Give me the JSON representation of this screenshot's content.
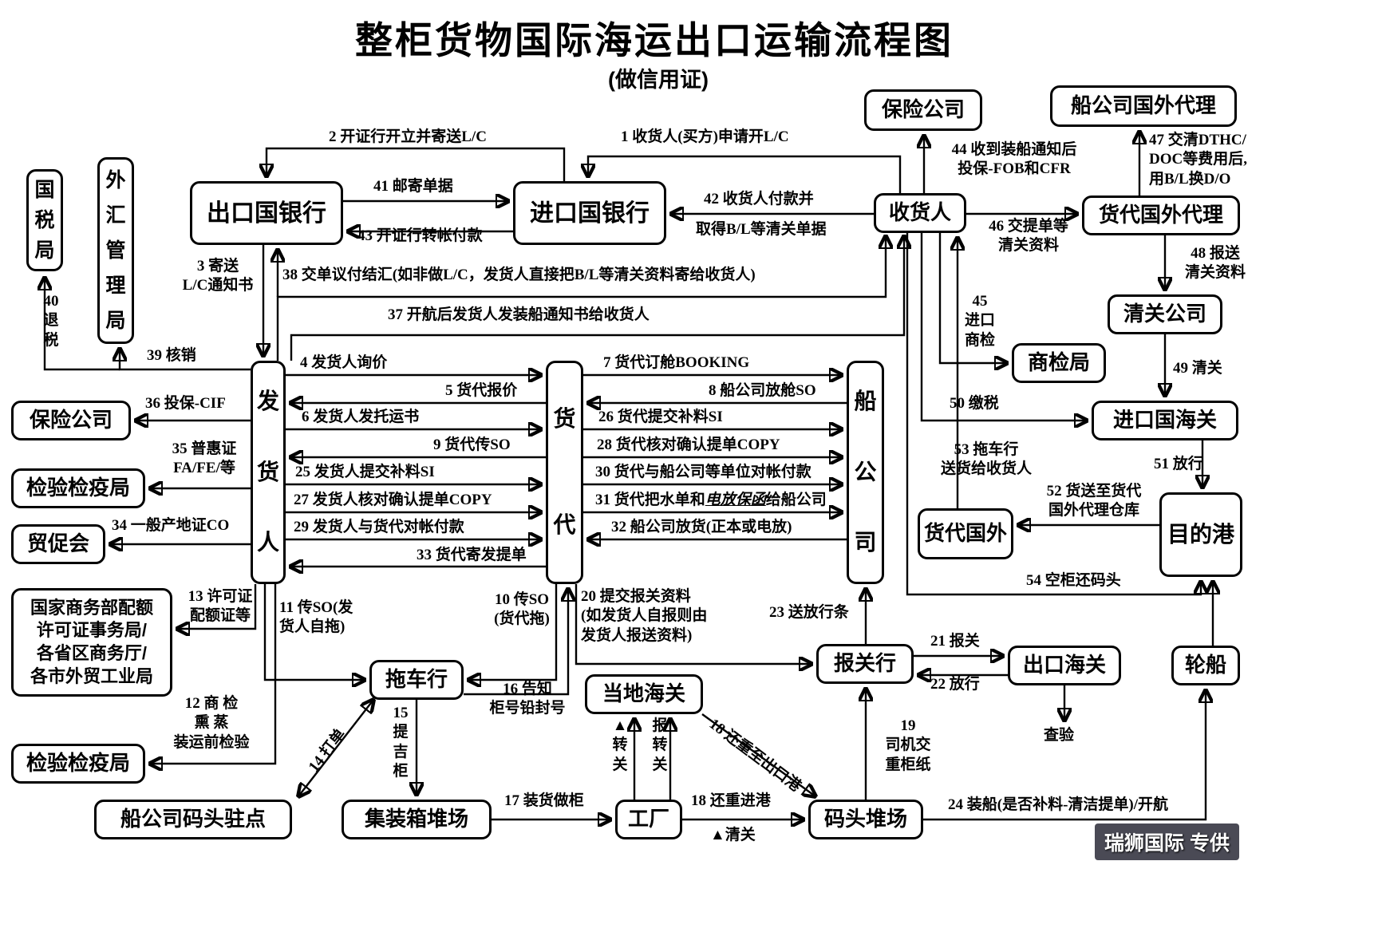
{
  "diagram": {
    "title": "整柜货物国际海运出口运输流程图",
    "subtitle": "(做信用证)",
    "watermark": "瑞狮国际 专供"
  },
  "nodes": {
    "guoshui": "国税局",
    "waihui": "外汇管理局",
    "bank_exp": "出口国银行",
    "bank_imp": "进口国银行",
    "ins_top": "保险公司",
    "shipagent_fo": "船公司国外代理",
    "consignee": "收货人",
    "fagent_fo": "货代国外代理",
    "qingguan_co": "清关公司",
    "shangjian": "商检局",
    "customs_imp": "进口国海关",
    "shipper": "发货人",
    "forwarder": "货代",
    "shipco": "船公司",
    "ins_left": "保险公司",
    "ciq1": "检验检疫局",
    "ccpit": "贸促会",
    "moc": "国家商务部配额\n许可证事务局/\n各省区商务厅/\n各市外贸工业局",
    "ciq2": "检验检疫局",
    "dock_station": "船公司码头驻点",
    "truck": "拖车行",
    "cy": "集装箱堆场",
    "local_customs": "当地海关",
    "factory": "工厂",
    "dock_yard": "码头堆场",
    "broker": "报关行",
    "customs_exp": "出口海关",
    "fagent_abroad": "货代国外",
    "dest_port": "目的港",
    "ship": "轮船"
  },
  "labels": {
    "l1": "1 收货人(买方)申请开L/C",
    "l2": "2 开证行开立并寄送L/C",
    "l3": "3 寄送\nL/C通知书",
    "l4": "4 发货人询价",
    "l5": "5 货代报价",
    "l6": "6 发货人发托运书",
    "l7": "7 货代订舱BOOKING",
    "l8": "8 船公司放舱SO",
    "l9": "9 货代传SO",
    "l10": "10 传SO\n(货代拖)",
    "l11": "11 传SO(发\n货人自拖)",
    "l12": "12 商 检\n熏 蒸\n装运前检验",
    "l13": "13 许可证\n配额证等",
    "l14": "14 打单",
    "l15": "15\n提\n吉\n柜",
    "l16": "16 告知\n柜号铅封号",
    "l17": "17 装货做柜",
    "l18": "18 还重进港",
    "l18b": "18 还重至出口港",
    "l19": "19\n司机交\n重柜纸",
    "l20": "20 提交报关资料\n(如发货人自报则由\n发货人报送资料)",
    "l21": "21 报关",
    "l22": "22 放行",
    "l23": "23 送放行条",
    "l24": "24 装船(是否补料-清洁提单)/开航",
    "l25": "25 发货人提交补料SI",
    "l26": "26 货代提交补料SI",
    "l27": "27 发货人核对确认提单COPY",
    "l28": "28 货代核对确认提单COPY",
    "l29": "29 发货人与货代对帐付款",
    "l30": "30 货代与船公司等单位对帐付款",
    "l31a": "31 货代把水单和",
    "l31b": "电放保函",
    "l31c": "给船公司",
    "l32": "32 船公司放货(正本或电放)",
    "l33": "33 货代寄发提单",
    "l34": "34 一般产地证CO",
    "l35": "35 普惠证\nFA/FE/等",
    "l36": "36 投保-CIF",
    "l37": "37 开航后发货人发装船通知书给收货人",
    "l38": "38 交单议付结汇(如非做L/C，发货人直接把B/L等清关资料寄给收货人)",
    "l39": "39 核销",
    "l40": "40\n退\n税",
    "l41": "41 邮寄单据",
    "l42a": "42 收货人付款并",
    "l42b": "取得B/L等清关单据",
    "l43": "43 开证行转帐付款",
    "l44": "44 收到装船通知后\n投保-FOB和CFR",
    "l45": "45\n进口\n商检",
    "l46": "46 交提单等\n清关资料",
    "l47": "47 交清DTHC/\nDOC等费用后,\n用B/L换D/O",
    "l48": "48 报送\n清关资料",
    "l49": "49 清关",
    "l50": "50 缴税",
    "l51": "51 放行",
    "l52": "52 货送至货代\n国外代理仓库",
    "l53": "53 拖车行\n送货给收货人",
    "l54": "54 空柜还码头",
    "zhuanguan": "▲\n转\n关",
    "baozhuanguan": "报\n转\n关",
    "qingguan_mark": "▲清关",
    "chayan": "查验"
  }
}
